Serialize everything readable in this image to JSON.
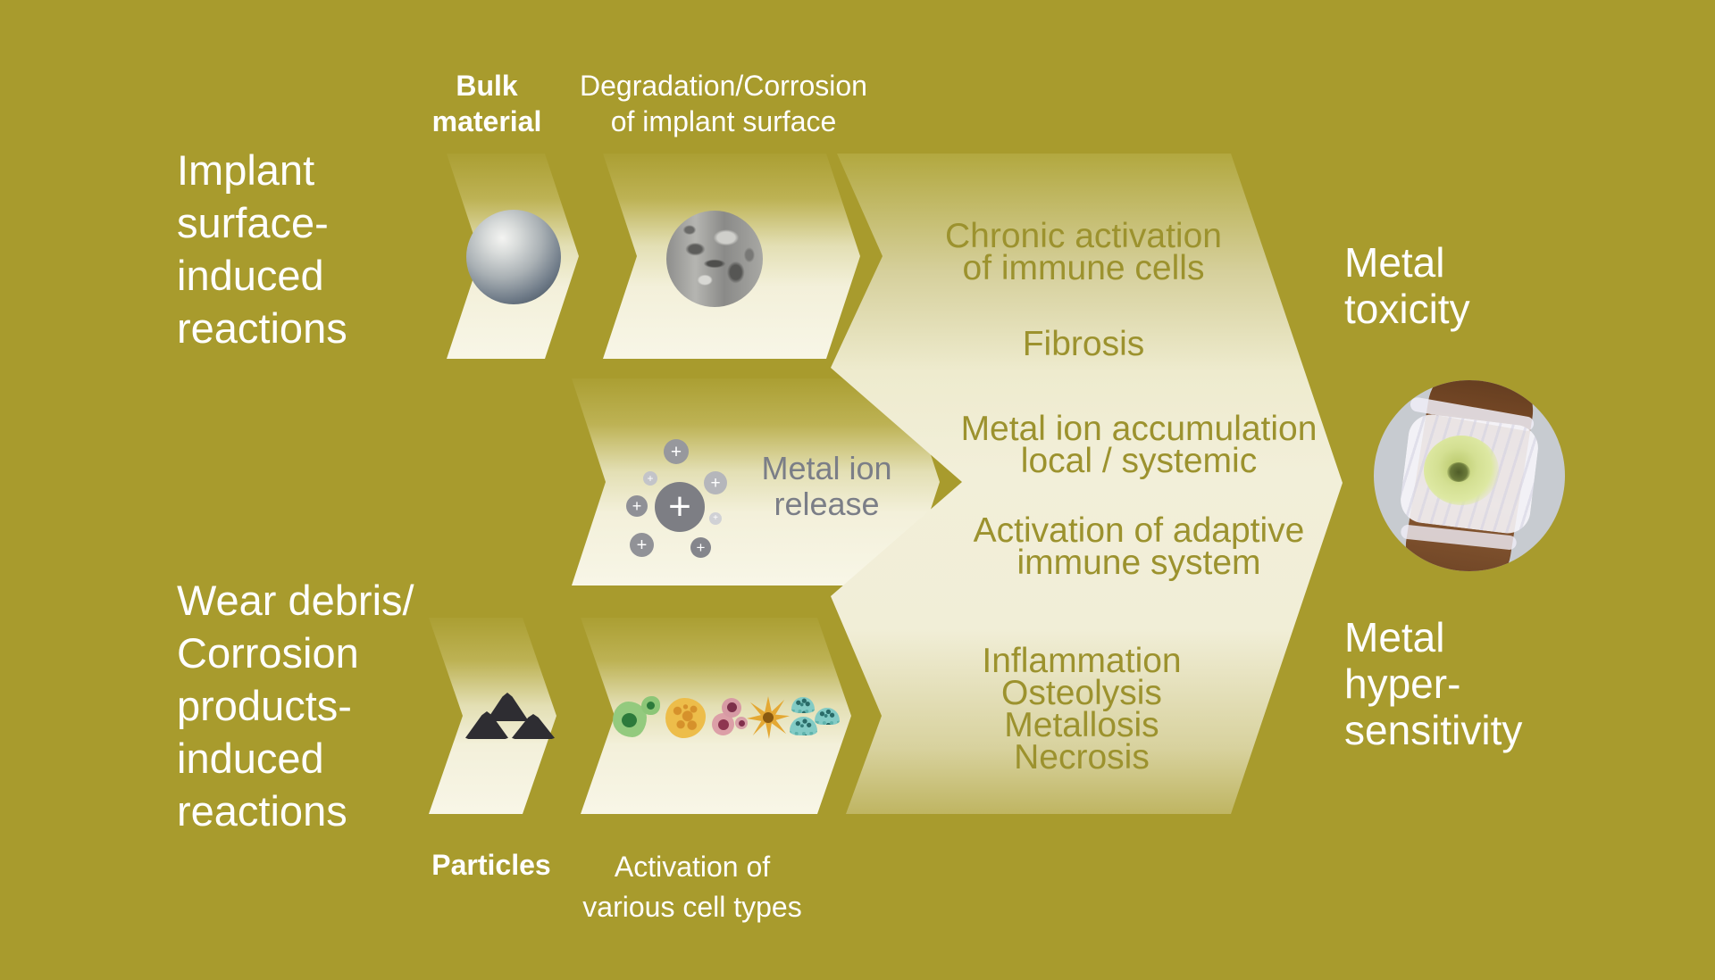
{
  "title": "Implant-related biological reactions diagram",
  "colors": {
    "background": "#a89b2d",
    "arrow_cream": "#f3f0da",
    "outcome_text_olive": "#9c922e",
    "gray_text": "#7b7e87",
    "white_text": "#ffffff",
    "particle_dark": "#2e2d32",
    "ion_gray": "#7d7e84",
    "knee_circle_gray": "#c7cbd0"
  },
  "left_labels": {
    "implant": {
      "lines": [
        "Implant",
        "surface-",
        "induced",
        "reactions"
      ]
    },
    "wear": {
      "lines": [
        "Wear debris/",
        "Corrosion",
        "products-",
        "induced",
        "reactions"
      ]
    }
  },
  "top_labels": {
    "bulk": {
      "lines": [
        "Bulk",
        "material"
      ]
    },
    "degradation": {
      "lines": [
        "Degradation/Corrosion",
        "of implant surface"
      ]
    }
  },
  "bottom_labels": {
    "particles": "Particles",
    "activation": {
      "lines": [
        "Activation of",
        "various cell types"
      ]
    }
  },
  "middle_labels": {
    "metal_ion_release": {
      "lines": [
        "Metal ion",
        "release"
      ]
    }
  },
  "right_labels": {
    "metal_toxicity": {
      "lines": [
        "Metal",
        "toxicity"
      ]
    },
    "metal_hypersensitivity": {
      "lines": [
        "Metal",
        "hyper-",
        "sensitivity"
      ]
    }
  },
  "outcomes": {
    "chronic": {
      "lines": [
        "Chronic activation",
        "of immune cells"
      ]
    },
    "fibrosis": "Fibrosis",
    "accumulation": {
      "lines": [
        "Metal ion accumulation",
        "local / systemic"
      ]
    },
    "adaptive": {
      "lines": [
        "Activation of adaptive",
        "immune system"
      ]
    },
    "tissue": {
      "lines": [
        "Inflammation",
        "Osteolysis",
        "Metallosis",
        "Necrosis"
      ]
    }
  },
  "glyphs": {
    "plus": "+"
  }
}
